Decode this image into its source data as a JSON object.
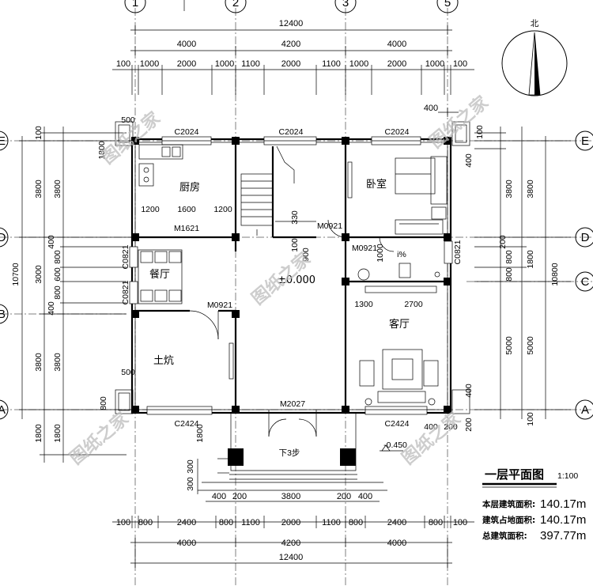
{
  "axes": {
    "top": [
      "1",
      "2",
      "3",
      "5"
    ],
    "left": [
      "E",
      "D",
      "B",
      "A"
    ],
    "right": [
      "E",
      "D",
      "C",
      "A"
    ]
  },
  "dims_top": {
    "total": "12400",
    "segments": [
      "4000",
      "4200",
      "4000"
    ],
    "detail": [
      "100",
      "1000",
      "2000",
      "1000",
      "1100",
      "2000",
      "1100",
      "1000",
      "2000",
      "1000",
      "100"
    ],
    "right_400": "400"
  },
  "dims_bottom": {
    "detail": [
      "100",
      "800",
      "2400",
      "800",
      "1100",
      "2000",
      "1100",
      "800",
      "2400",
      "800",
      "100"
    ],
    "segments": [
      "4000",
      "4200",
      "4000"
    ],
    "total": "12400",
    "porch": [
      "400",
      "200",
      "3800",
      "200",
      "400"
    ]
  },
  "dims_left": {
    "total": "10700",
    "outer": [
      "100",
      "3800",
      "3000",
      "3800",
      "1800"
    ],
    "inner": [
      "3800",
      "800",
      "600",
      "800",
      "400",
      "3800",
      "1800"
    ],
    "small": [
      "400",
      "400"
    ],
    "porch": [
      "300",
      "300"
    ]
  },
  "dims_right": {
    "total": "10800",
    "outer": [
      "3800",
      "1800",
      "5000",
      "100"
    ],
    "inner": [
      "3800",
      "200",
      "800",
      "800",
      "5000"
    ],
    "small": [
      "100",
      "400",
      "400",
      "200",
      "400",
      "200"
    ]
  },
  "rooms": {
    "kitchen": "厨房",
    "bedroom": "卧室",
    "dining": "餐厅",
    "kang": "土炕",
    "living": "客厅"
  },
  "codes": {
    "c2024_a": "C2024",
    "c2024_b": "C2024",
    "c2024_c": "C2024",
    "c2424_a": "C2424",
    "c2424_b": "C2424",
    "c0821_a": "C0821",
    "c0821_b": "C0821",
    "c0821_c": "C0821",
    "m1621": "M1621",
    "m0921_a": "M0921",
    "m0921_b": "M0921",
    "m0921_c": "M0921",
    "m2027": "M2027",
    "kitchen_1200a": "1200",
    "kitchen_1600": "1600",
    "kitchen_1200b": "1200",
    "living_1300": "1300",
    "living_2700": "2700",
    "stair_330": "330",
    "stair_900": "900",
    "stair_100": "100",
    "bath_1000": "1000",
    "level_0": "±0.000",
    "level_porch": "-0.450",
    "steps": "下3步",
    "kang_500": "500",
    "kang_800": "800",
    "top_500": "500",
    "top_1800": "1800",
    "porch_1800": "1800",
    "porch_400": "400",
    "porch_200": "200",
    "slope": "i%"
  },
  "compass": "北",
  "plan_title": "一层平面图",
  "scale": "1:100",
  "areas": [
    {
      "label": "本层建筑面积:",
      "value": "140.17m"
    },
    {
      "label": "建筑占地面积:",
      "value": "140.17m"
    },
    {
      "label": "总建筑面积:",
      "value": "397.77m"
    }
  ],
  "watermark": "图纸之家"
}
